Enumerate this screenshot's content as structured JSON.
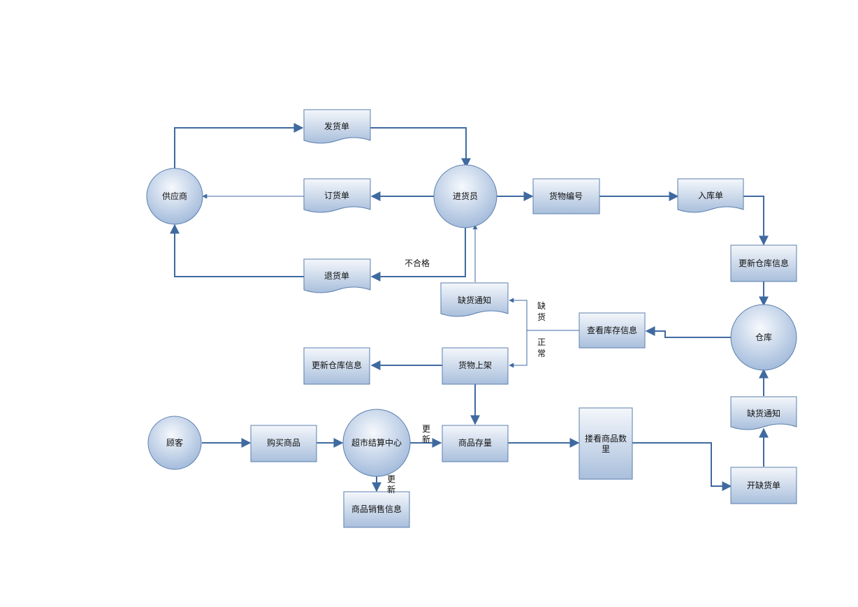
{
  "diagram": {
    "nodes": {
      "supplier": "供应商",
      "delivery_note": "发货单",
      "order_form": "订货单",
      "return_form": "退货单",
      "purchaser": "进货员",
      "goods_number": "货物编号",
      "storage_slip": "入库单",
      "update_warehouse_top": "更新仓库信息",
      "warehouse": "仓库",
      "check_inventory": "查看库存信息",
      "shortage_notice_top": "缺货通知",
      "shelve_goods": "货物上架",
      "update_warehouse_left": "更新仓库信息",
      "customer": "顾客",
      "buy_goods": "购买商品",
      "checkout_center": "超市结算中心",
      "goods_stock": "商品存量",
      "view_quantity_line1": "搂看商品数",
      "view_quantity_line2": "里",
      "sales_info": "商品销售信息",
      "shortage_notice_bottom": "缺货通知",
      "issue_shortage_slip": "开缺货单"
    },
    "edge_labels": {
      "unqualified": "不合格",
      "shortage_1": "缺",
      "shortage_2": "货",
      "normal_1": "正",
      "normal_2": "常",
      "update_right_1": "更",
      "update_right_2": "新",
      "update_down_1": "更",
      "update_down_2": "新"
    },
    "colors": {
      "edge": "#3f6aa0",
      "shape_fill_top": "#f4f7fb",
      "shape_fill_bottom": "#a9bfdc",
      "shape_stroke": "#5b7fae"
    }
  }
}
